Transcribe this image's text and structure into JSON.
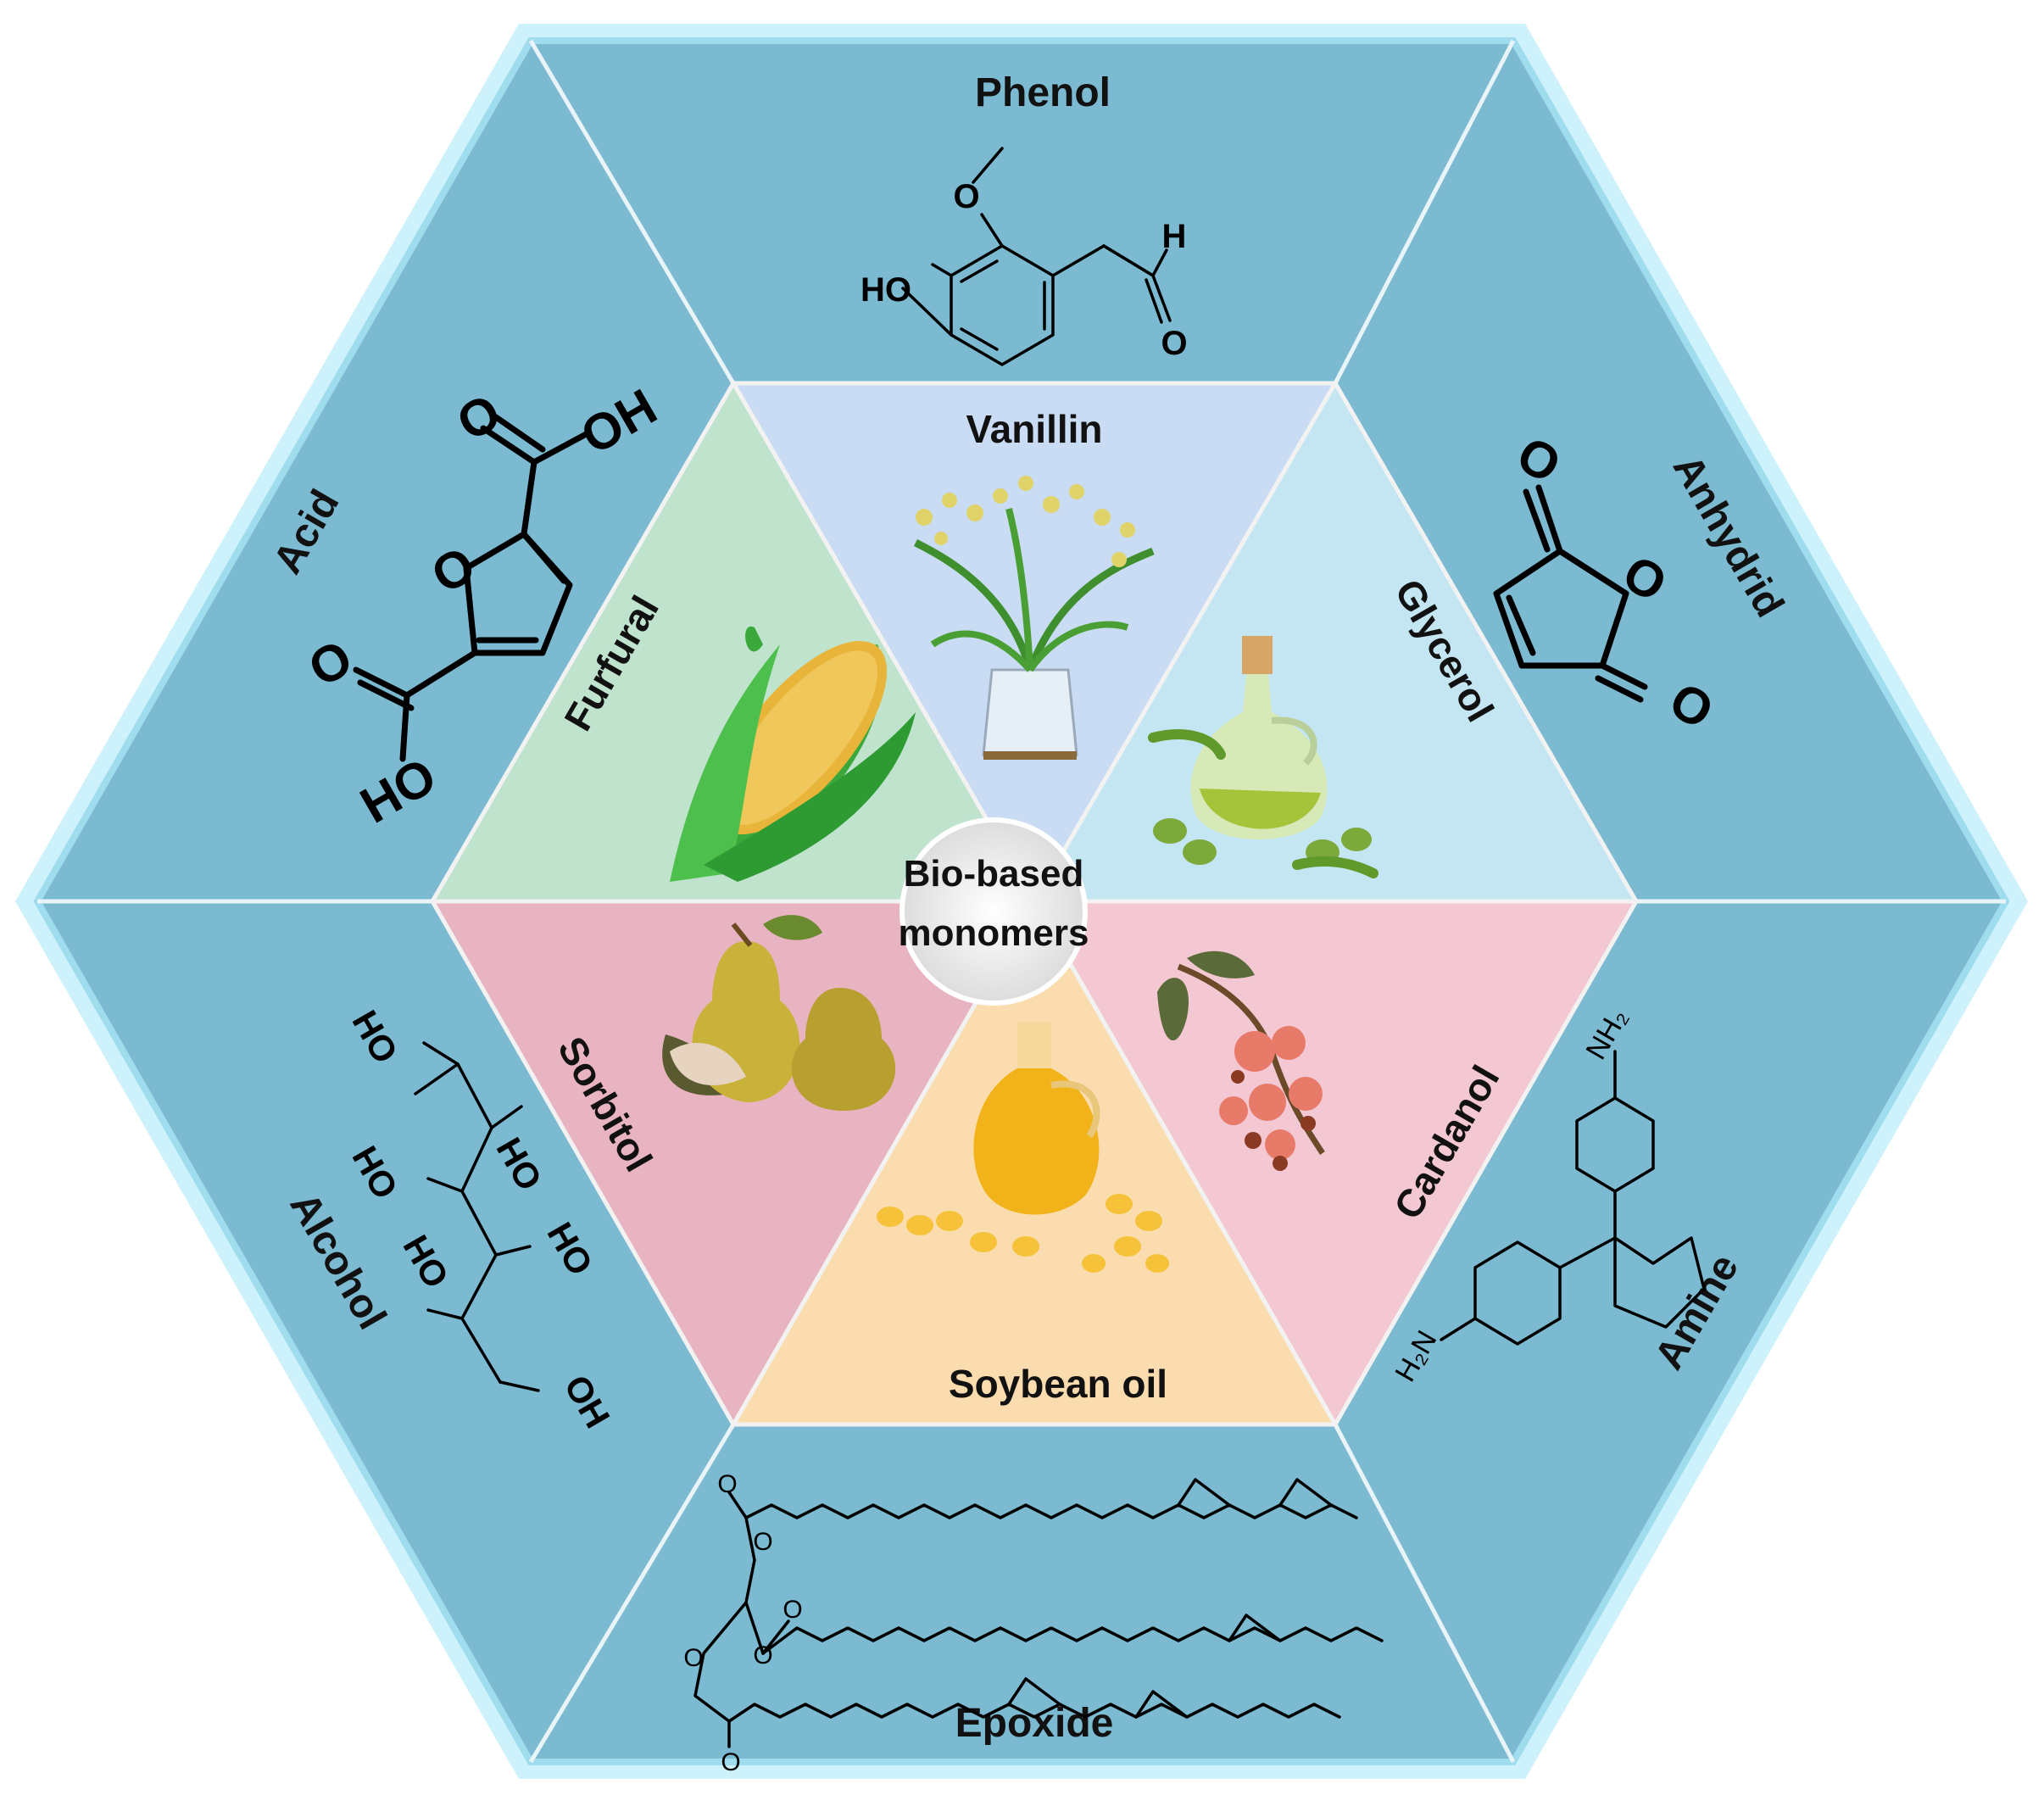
{
  "diagram": {
    "center_label_line1": "Bio-based",
    "center_label_line2": "monomers",
    "outer_sections": [
      {
        "key": "phenol",
        "label": "Phenol"
      },
      {
        "key": "anhydrid",
        "label": "Anhydrid"
      },
      {
        "key": "amine",
        "label": "Amine"
      },
      {
        "key": "epoxide",
        "label": "Epoxide"
      },
      {
        "key": "alcohol",
        "label": "Alcohol"
      },
      {
        "key": "acid",
        "label": "Acid"
      }
    ],
    "inner_sections": [
      {
        "key": "vanillin",
        "label": "Vanillin",
        "color": "#c9dcf3"
      },
      {
        "key": "glycerol",
        "label": "Glycerol",
        "color": "#c4e6f3"
      },
      {
        "key": "cardanol",
        "label": "Cardanol",
        "color": "#f4c8d2"
      },
      {
        "key": "soybean",
        "label": "Soybean oil",
        "color": "#fbdcae"
      },
      {
        "key": "sorbitol",
        "label": "Sorbitol",
        "color": "#e9b4c2"
      },
      {
        "key": "furfural",
        "label": "Furfural",
        "color": "#bfe3cd"
      }
    ],
    "colors": {
      "outer_fill": "#7bbad0",
      "outer_border": "#aee6f6",
      "divider": "#e8f4f8",
      "center_circle": "#ececec"
    },
    "chem_labels": {
      "ho": "HO",
      "oh": "OH",
      "o": "O",
      "h": "H",
      "nh2": "NH₂",
      "h2n": "H₂N"
    },
    "icons": [
      "corn-icon",
      "orchid-plant-icon",
      "olive-oil-bottle-icon",
      "pear-icon",
      "soybean-oil-flask-icon",
      "cashew-fruit-icon"
    ]
  }
}
